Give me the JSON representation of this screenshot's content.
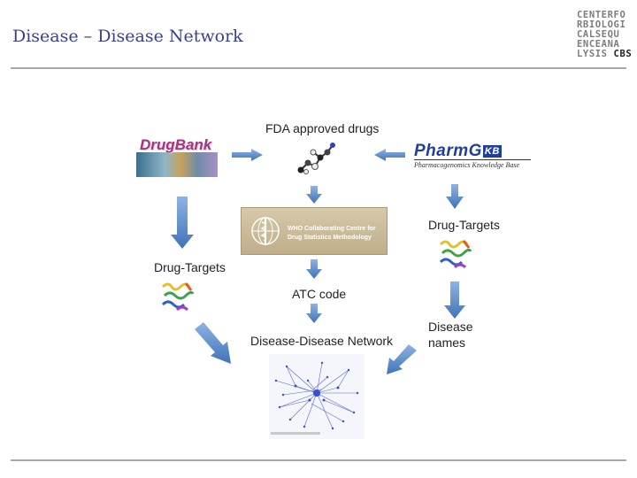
{
  "slide": {
    "title": "Disease – Disease Network"
  },
  "logo": {
    "rows": [
      "CENTERFO",
      "RBIOLOGI",
      "CALSEQU",
      "ENCEANA",
      "LYSIS"
    ],
    "suffix": "CBS"
  },
  "sources": {
    "drugbank": "DrugBank",
    "pharmgkb": {
      "name": "PharmG",
      "kb": "KB",
      "tagline": "Pharmacogenomics Knowledge Base"
    },
    "who": {
      "line1": "WHO Collaborating Centre for",
      "line2": "Drug Statistics Methodology"
    }
  },
  "labels": {
    "fda": "FDA approved drugs",
    "drug_targets_left": "Drug-Targets",
    "drug_targets_right": "Drug-Targets",
    "atc": "ATC code",
    "network": "Disease-Disease Network",
    "disease_names_1": "Disease",
    "disease_names_2": "names"
  },
  "colors": {
    "title": "#3a3f8f",
    "arrow": "#4f86c6",
    "network": "#3a4fc4"
  },
  "icons": [
    "molecule-icon",
    "protein-structure-icon",
    "network-graph-icon",
    "who-emblem-icon"
  ]
}
